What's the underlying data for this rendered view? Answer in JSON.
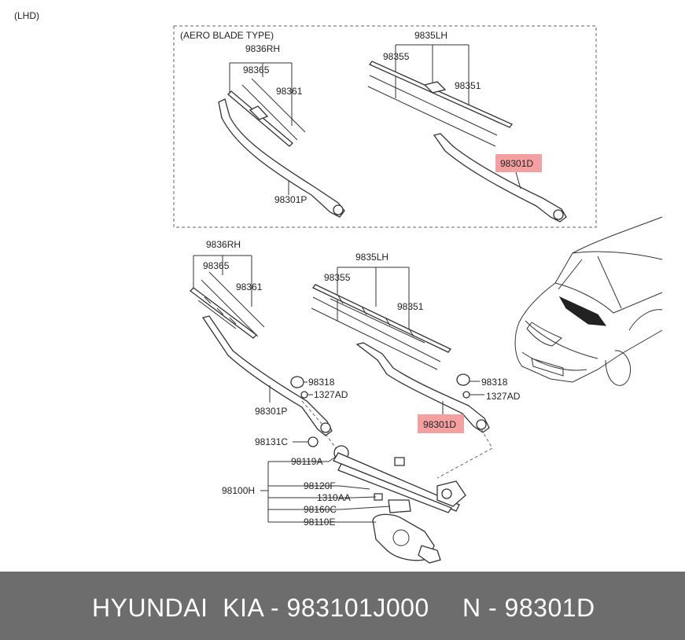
{
  "header": {
    "lhd": "(LHD)"
  },
  "aero_box": {
    "title": "(AERO BLADE TYPE)",
    "labels": {
      "rh_set": "9836RH",
      "rh_insert": "98365",
      "rh_blade": "98361",
      "rh_arm": "98301P",
      "lh_set": "9835LH",
      "lh_insert": "98355",
      "lh_blade": "98351",
      "lh_arm": "98301D"
    }
  },
  "main": {
    "labels": {
      "rh_set": "9836RH",
      "rh_insert": "98365",
      "rh_blade": "98361",
      "lh_set": "9835LH",
      "lh_insert": "98355",
      "lh_blade": "98351",
      "cap_right": "98318",
      "nut_right": "1327AD",
      "cap_left": "98318",
      "nut_left": "1327AD",
      "rh_arm": "98301P",
      "lh_arm": "98301D",
      "linkage_cap": "98131C",
      "assembly": "98100H",
      "pivot": "98119A",
      "link": "98120F",
      "bolt": "1310AA",
      "bracket": "98160C",
      "motor": "98110E"
    }
  },
  "highlight_color": "#f08080",
  "footer": {
    "brand": "HYUNDAI  KIA - 983101J000",
    "part": "N - 98301D"
  }
}
